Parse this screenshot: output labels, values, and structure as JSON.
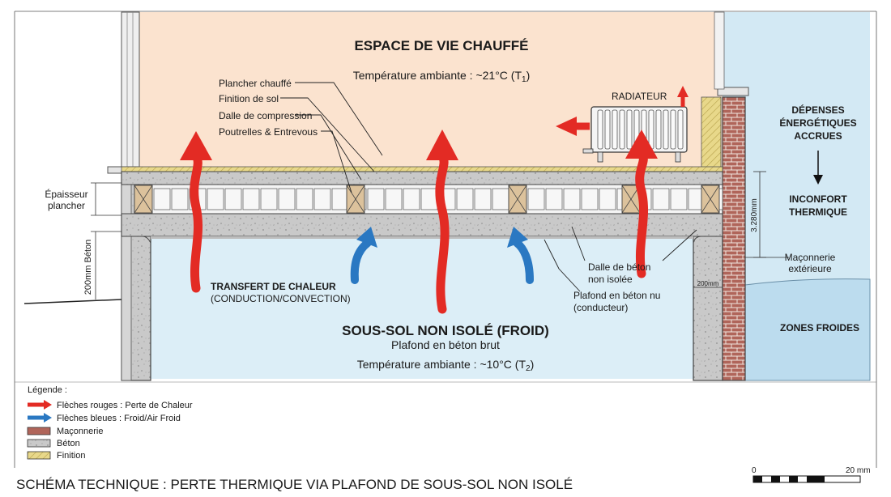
{
  "living_space": {
    "title": "ESPACE DE VIE CHAUFFÉ",
    "temperature": "Température ambiante : ~21°C (T",
    "temperature_sub": "1",
    "temperature_end": ")"
  },
  "floor_labels": {
    "heated_floor": "Plancher chauffé",
    "floor_finish": "Finition de sol",
    "compression_slab": "Dalle de compression",
    "joists": "Poutrelles & Entrevous"
  },
  "radiator": {
    "label": "RADIATEUR"
  },
  "right_panel": {
    "costs_line1": "DÉPENSES",
    "costs_line2": "ÉNERGÉTIQUES",
    "costs_line3": "ACCRUES",
    "discomfort_line1": "INCONFORT",
    "discomfort_line2": "THERMIQUE",
    "masonry_line1": "Maçonnerie",
    "masonry_line2": "extérieure",
    "cold_zones": "ZONES FROIDES"
  },
  "dimensions": {
    "floor_thickness_line1": "Épaisseur",
    "floor_thickness_line2": "plancher",
    "concrete_200": "200mm Béton",
    "wall_height": "3.280mm",
    "wall_200": "200mm"
  },
  "heat_transfer": {
    "title": "TRANSFERT DE CHALEUR",
    "subtitle": "(CONDUCTION/CONVECTION)"
  },
  "slab_labels": {
    "concrete_slab_line1": "Dalle de béton",
    "concrete_slab_line2": "non isolée",
    "ceiling_line1": "Plafond en béton nu",
    "ceiling_line2": "(conducteur)"
  },
  "basement": {
    "title": "SOUS-SOL NON ISOLÉ (FROID)",
    "subtitle": "Plafond en béton brut",
    "temperature": "Température ambiante : ~10°C (T",
    "temperature_sub": "2",
    "temperature_end": ")"
  },
  "legend": {
    "title": "Légende :",
    "items": [
      {
        "label": "Flèches rouges : Perte de Chaleur"
      },
      {
        "label": "Flèches bleues : Froid/Air Froid"
      },
      {
        "label": "Maçonnerie"
      },
      {
        "label": "Béton"
      },
      {
        "label": "Finition"
      }
    ]
  },
  "footer": {
    "title": "SCHÉMA TECHNIQUE : PERTE THERMIQUE VIA PLAFOND DE SOUS-SOL NON ISOLÉ",
    "scale_start": "0",
    "scale_end": "20 mm"
  },
  "colors": {
    "living_space": "#fbe3cf",
    "basement": "#dceef7",
    "exterior": "#cfe6f2",
    "heat_arrow": "#e32b24",
    "cold_arrow": "#2a78c2",
    "masonry": "#b0655a",
    "concrete": "#c7c7c7",
    "finish": "#e3d27a",
    "joist": "#dcc29c"
  }
}
